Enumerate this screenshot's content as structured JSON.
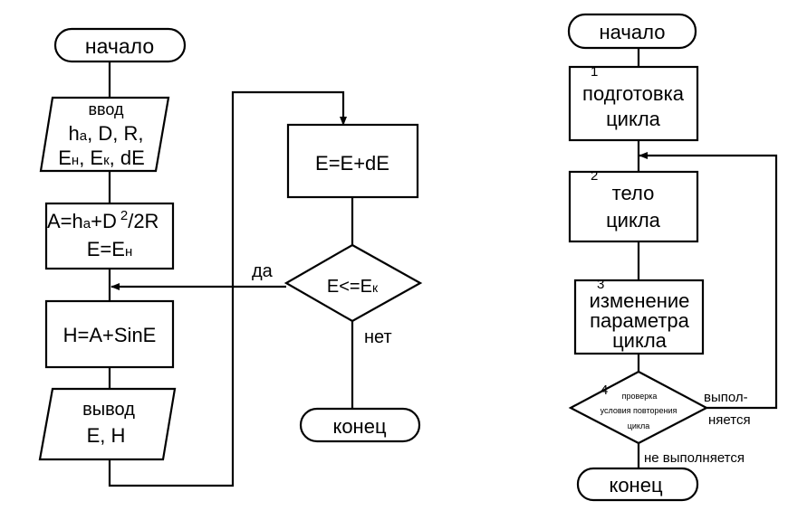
{
  "left": {
    "start": "начало",
    "input": {
      "line1": "ввод",
      "line2_h": "h",
      "line2_a": "a",
      "line2_rest": ", D, R,",
      "line3_e1": "E",
      "line3_n1": "н",
      "line3_mid": ", E",
      "line3_k": "к",
      "line3_rest": ", dE"
    },
    "calc": {
      "line1_a": "A=h",
      "line1_sub": "a",
      "line1_mid": "+D",
      "line1_sup": "2",
      "line1_end": "/2R",
      "line2_e": "E=E",
      "line2_sub": "н"
    },
    "formula": "H=A+SinE",
    "output": {
      "line1": "вывод",
      "line2": "E, H"
    },
    "increment": "E=E+dE",
    "condition": {
      "text": "E<=E",
      "sub": "к"
    },
    "yes": "да",
    "no": "нет",
    "end": "конец"
  },
  "right": {
    "start": "начало",
    "box1": {
      "num": "1",
      "line1": "подготовка",
      "line2": "цикла"
    },
    "box2": {
      "num": "2",
      "line1": "тело",
      "line2": "цикла"
    },
    "box3": {
      "num": "3",
      "line1": "изменение",
      "line2": "параметра",
      "line3": "цикла"
    },
    "diamond": {
      "num": "4",
      "line1": "проверка",
      "line2": "условия повторения",
      "line3": "цикла"
    },
    "yes_line1": "выпол-",
    "yes_line2": "няется",
    "no": "не выполняется",
    "end": "конец"
  }
}
